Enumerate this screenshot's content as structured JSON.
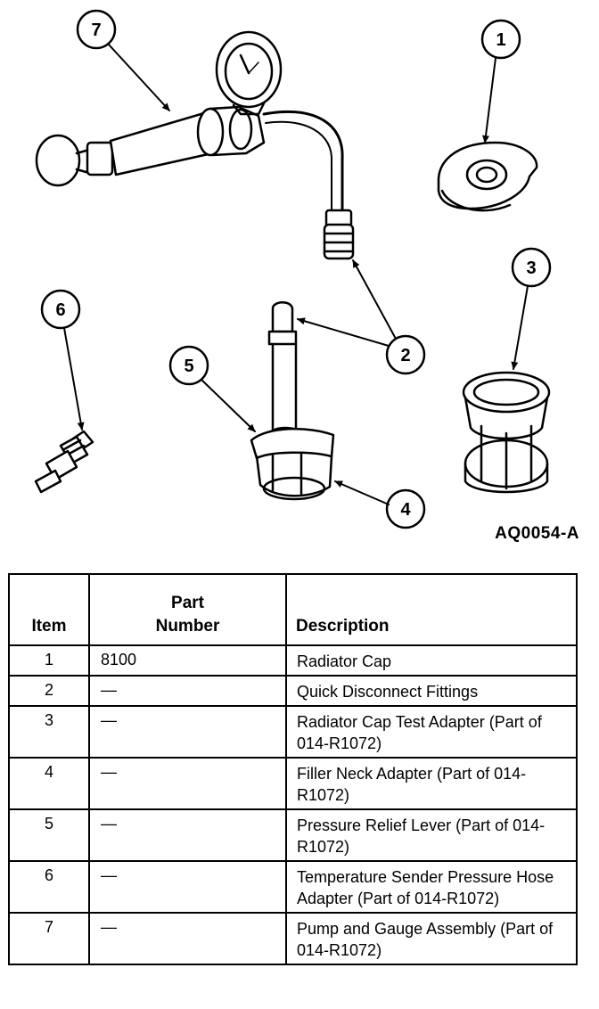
{
  "figure": {
    "figure_id": "AQ0054-A",
    "callouts": [
      "1",
      "2",
      "3",
      "4",
      "5",
      "6",
      "7"
    ]
  },
  "table": {
    "headers": {
      "item": "Item",
      "part_number_line1": "Part",
      "part_number_line2": "Number",
      "description": "Description"
    },
    "rows": [
      {
        "item": "1",
        "part_number": "8100",
        "description": "Radiator Cap"
      },
      {
        "item": "2",
        "part_number": "—",
        "description": "Quick Disconnect Fittings"
      },
      {
        "item": "3",
        "part_number": "—",
        "description": "Radiator Cap Test Adapter (Part of 014-R1072)"
      },
      {
        "item": "4",
        "part_number": "—",
        "description": "Filler Neck Adapter (Part of 014-R1072)"
      },
      {
        "item": "5",
        "part_number": "—",
        "description": "Pressure Relief Lever (Part of 014-R1072)"
      },
      {
        "item": "6",
        "part_number": "—",
        "description": "Temperature Sender Pressure Hose Adapter (Part of 014-R1072)"
      },
      {
        "item": "7",
        "part_number": "—",
        "description": "Pump and Gauge Assembly (Part of 014-R1072)"
      }
    ]
  }
}
